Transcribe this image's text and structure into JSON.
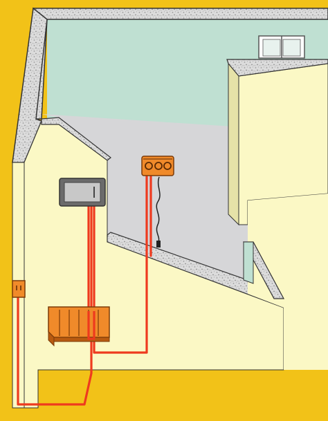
{
  "diagram": {
    "colors": {
      "background": "#f2c218",
      "wall_top": "#dcdcdc",
      "wall_speckle": "#9a9a9a",
      "wall_outline": "#333333",
      "back_wall": "#bfe0d2",
      "floor": "#d6d6d8",
      "interior_wall": "#fbf8c5",
      "interior_wall_shade": "#e6e2a8",
      "wire": "#ee3a1e",
      "appliance": "#f08a2a",
      "appliance_dark": "#b85a10",
      "panel": "#6b6b6b",
      "window_frame": "#ffffff",
      "window_glass": "#e8f2ee"
    },
    "components": [
      {
        "name": "electrical-panel",
        "icon": "distribution-board"
      },
      {
        "name": "electric-stove",
        "icon": "cooktop"
      },
      {
        "name": "baseboard-heater",
        "icon": "radiator"
      },
      {
        "name": "wall-outlet",
        "icon": "power-socket"
      },
      {
        "name": "window",
        "icon": "window"
      }
    ]
  }
}
